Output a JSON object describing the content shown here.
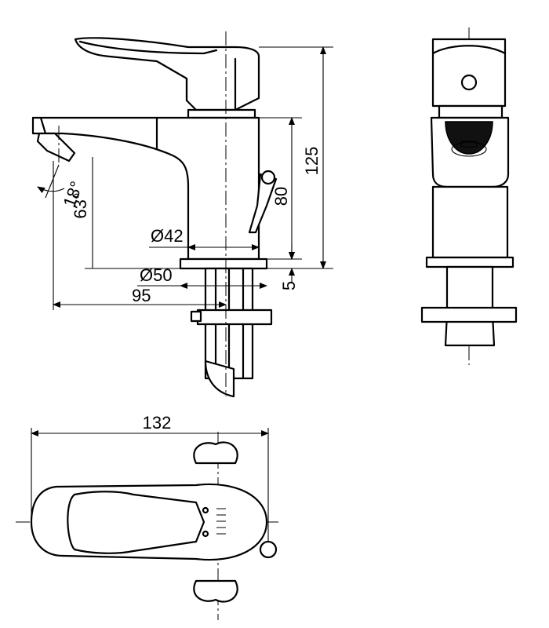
{
  "dimensions": {
    "total_height": "125",
    "spout_height": "80",
    "base_plate": "5",
    "spout_diameter": "Ø42",
    "base_diameter": "Ø50",
    "spout_reach": "95",
    "overall_length": "132",
    "spout_angle_upper": "18°",
    "spout_angle_lower": "63°"
  },
  "colors": {
    "line": "#000000",
    "background": "#ffffff"
  }
}
